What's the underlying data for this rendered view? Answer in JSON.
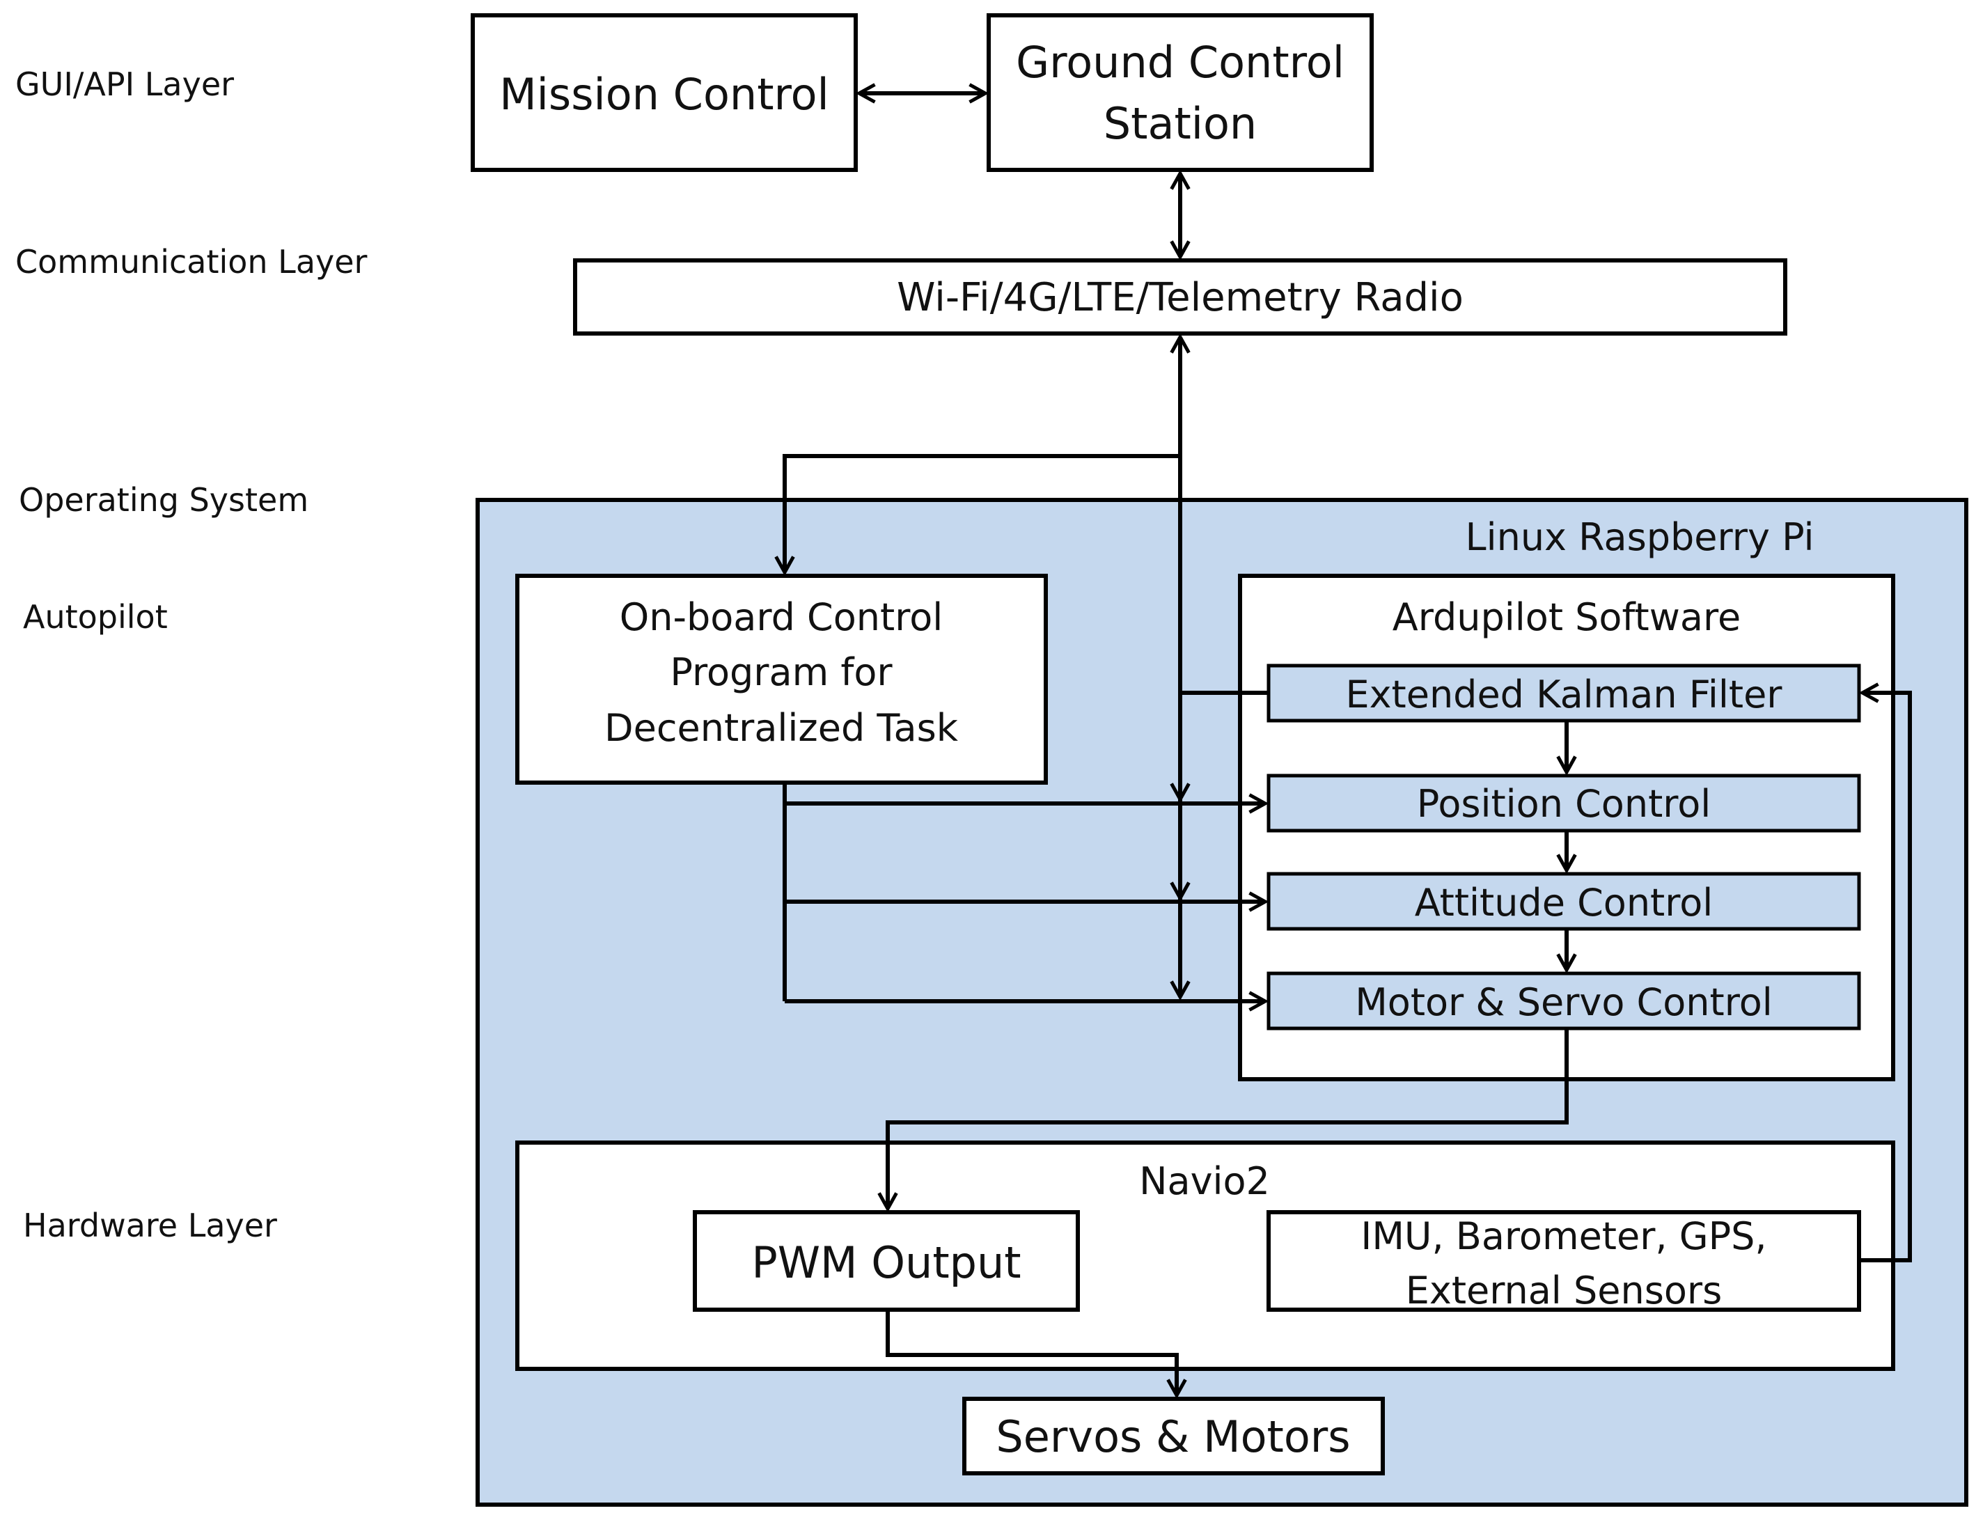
{
  "colors": {
    "container_fill": "#c5d8ee",
    "box_fill": "#ffffff",
    "stroke": "#000000"
  },
  "layers": {
    "gui_api": "GUI/API Layer",
    "communication": "Communication Layer",
    "operating_system": "Operating System",
    "autopilot": "Autopilot",
    "hardware": "Hardware Layer"
  },
  "nodes": {
    "mission_control": "Mission Control",
    "ground_control_station": [
      "Ground Control",
      "Station"
    ],
    "comm_radio": "Wi-Fi/4G/LTE/Telemetry Radio",
    "linux_raspberry_pi": "Linux Raspberry Pi",
    "onboard_program": [
      "On-board Control",
      "Program for",
      "Decentralized Task"
    ],
    "ardupilot": "Ardupilot Software",
    "ekf": "Extended Kalman Filter",
    "position_control": "Position Control",
    "attitude_control": "Attitude Control",
    "motor_servo_control": "Motor & Servo Control",
    "navio2": "Navio2",
    "pwm_output": "PWM Output",
    "sensors": [
      "IMU, Barometer, GPS,",
      "External Sensors"
    ],
    "servos_motors": "Servos & Motors"
  },
  "edges": [
    {
      "from": "mission_control",
      "to": "ground_control_station",
      "bidirectional": true
    },
    {
      "from": "ground_control_station",
      "to": "comm_radio",
      "bidirectional": true
    },
    {
      "from": "comm_radio",
      "to": "onboard_program",
      "bidirectional": false
    },
    {
      "from": "ekf",
      "to": "comm_radio",
      "bidirectional": false
    },
    {
      "from": "comm_radio",
      "to": "position_control",
      "bidirectional": false
    },
    {
      "from": "comm_radio",
      "to": "attitude_control",
      "bidirectional": false
    },
    {
      "from": "comm_radio",
      "to": "motor_servo_control",
      "bidirectional": false
    },
    {
      "from": "onboard_program",
      "to": "position_control",
      "bidirectional": false
    },
    {
      "from": "onboard_program",
      "to": "attitude_control",
      "bidirectional": false
    },
    {
      "from": "onboard_program",
      "to": "motor_servo_control",
      "bidirectional": false
    },
    {
      "from": "ekf",
      "to": "position_control",
      "bidirectional": false
    },
    {
      "from": "position_control",
      "to": "attitude_control",
      "bidirectional": false
    },
    {
      "from": "attitude_control",
      "to": "motor_servo_control",
      "bidirectional": false
    },
    {
      "from": "motor_servo_control",
      "to": "pwm_output",
      "bidirectional": false
    },
    {
      "from": "sensors",
      "to": "ekf",
      "bidirectional": false
    },
    {
      "from": "pwm_output",
      "to": "servos_motors",
      "bidirectional": false
    }
  ]
}
